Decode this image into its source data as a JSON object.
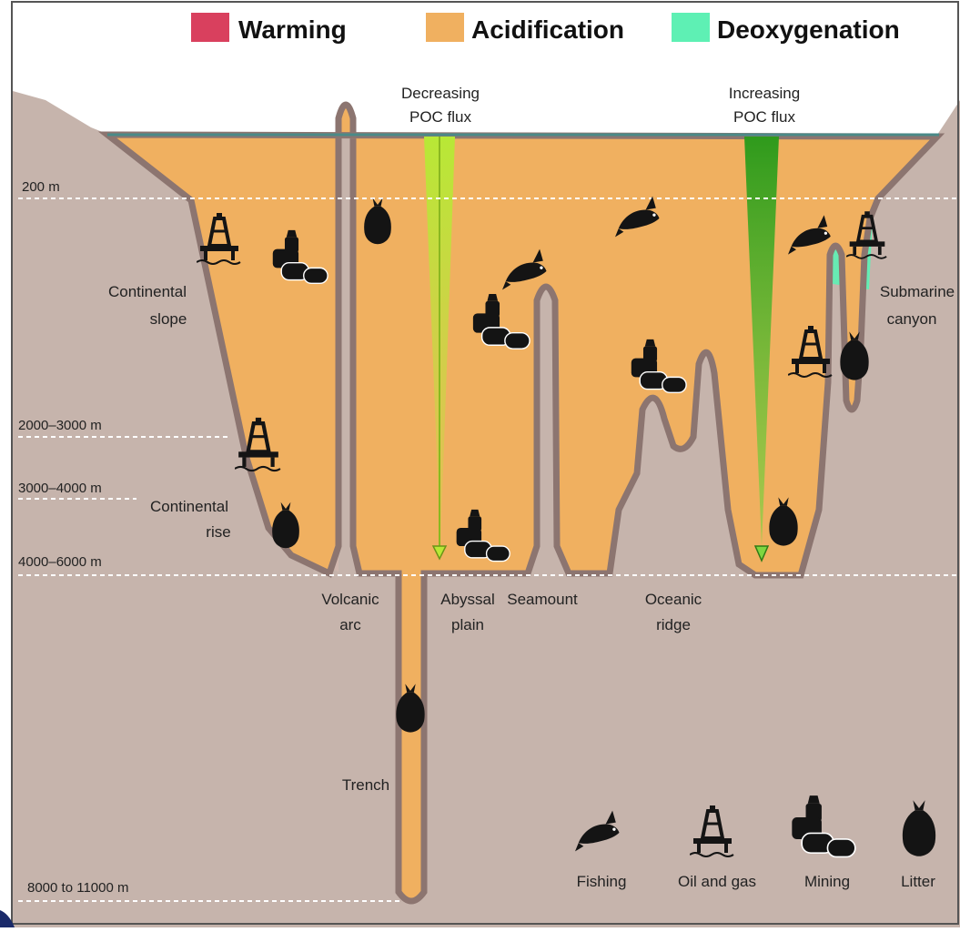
{
  "legend": {
    "warming": {
      "label": "Warming",
      "color": "#d9405e"
    },
    "acidification": {
      "label": "Acidification",
      "color": "#f0b060"
    },
    "deoxygenation": {
      "label": "Deoxygenation",
      "color": "#5ef0b4"
    }
  },
  "flux": {
    "decreasing": [
      "Decreasing",
      "POC flux"
    ],
    "increasing": [
      "Increasing",
      "POC flux"
    ]
  },
  "depths": [
    "200 m",
    "2000–3000 m",
    "3000–4000 m",
    "4000–6000 m",
    "8000 to 11000 m"
  ],
  "features": {
    "continental_slope": [
      "Continental",
      "slope"
    ],
    "continental_rise": [
      "Continental",
      "rise"
    ],
    "volcanic_arc": [
      "Volcanic",
      "arc"
    ],
    "abyssal_plain": [
      "Abyssal",
      "plain"
    ],
    "seamount": "Seamount",
    "oceanic_ridge": [
      "Oceanic",
      "ridge"
    ],
    "submarine_canyon": [
      "Submarine",
      "canyon"
    ],
    "trench": "Trench"
  },
  "key": {
    "fishing": "Fishing",
    "oil_gas": "Oil and gas",
    "mining": "Mining",
    "litter": "Litter"
  },
  "colors": {
    "seafloor": "#c6b4ac",
    "seafloor_edge": "#8c7570",
    "water_deep": "#f0b060",
    "surface_line": "#4a8a88",
    "flux_decreasing": "#b8e836",
    "flux_increasing": "#2f9a1c"
  }
}
